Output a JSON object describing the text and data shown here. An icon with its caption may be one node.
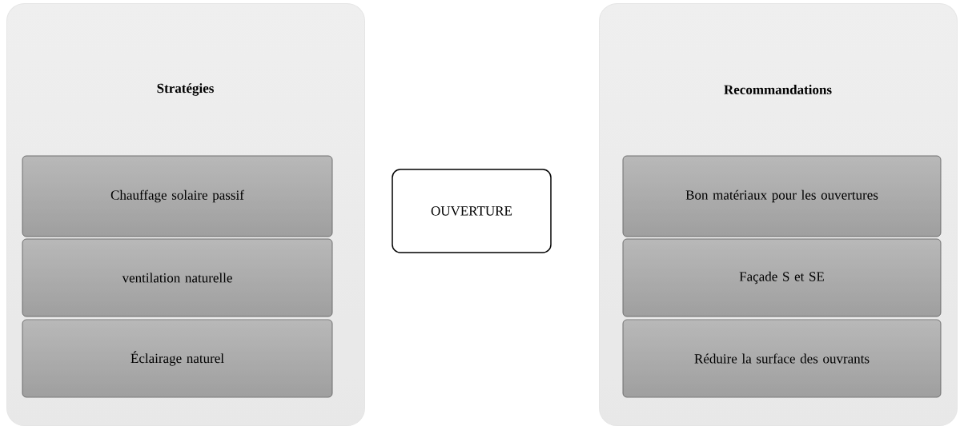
{
  "diagram": {
    "nodes": [
      {
        "text": [
          "Stratégies"
        ]
      },
      {
        "text": [
          "Chauffage solaire passif"
        ],
        "in": 0
      },
      {
        "text": [
          "ventilation naturelle"
        ],
        "in": 0
      },
      {
        "text": [
          "Éclairage naturel"
        ],
        "in": 0
      },
      {
        "text": [
          "OUVERTURE"
        ]
      },
      {
        "text": [
          "Recommandations"
        ]
      },
      {
        "text": [
          "Bon matériaux pour les ouvertures"
        ],
        "in": 5
      },
      {
        "text": [
          "Façade S et SE"
        ],
        "in": 5
      },
      {
        "text": [
          "Réduire la surface des ouvrants"
        ],
        "in": 5
      }
    ]
  }
}
